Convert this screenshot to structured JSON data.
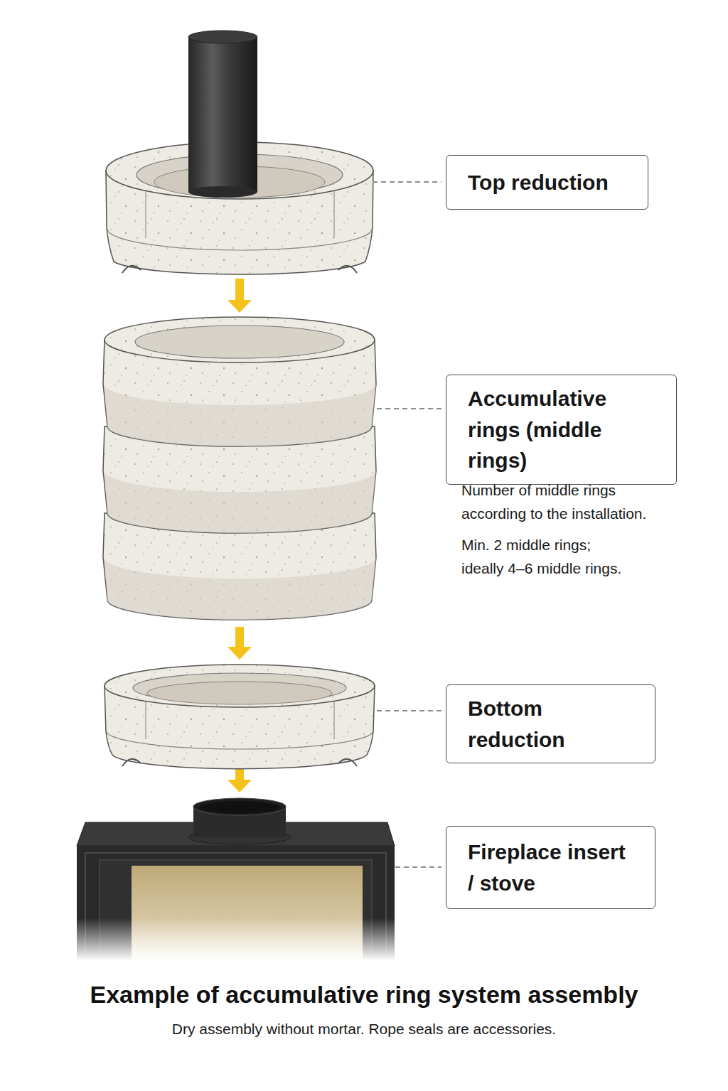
{
  "diagram": {
    "title": "Example of accumulative ring system assembly",
    "caption": "Dry assembly without mortar. Rope seals are accessories.",
    "nodes": [
      {
        "text": [
          "Top reduction"
        ]
      },
      {
        "text": [
          "Accumulative rings (middle rings)"
        ]
      },
      {
        "text": [
          "Bottom reduction"
        ]
      },
      {
        "text": [
          "Fireplace insert / stove"
        ]
      }
    ],
    "labels": [
      "Number of middle rings according to the installation.",
      "Min. 2 middle rings; ideally 4–6 middle rings."
    ]
  }
}
